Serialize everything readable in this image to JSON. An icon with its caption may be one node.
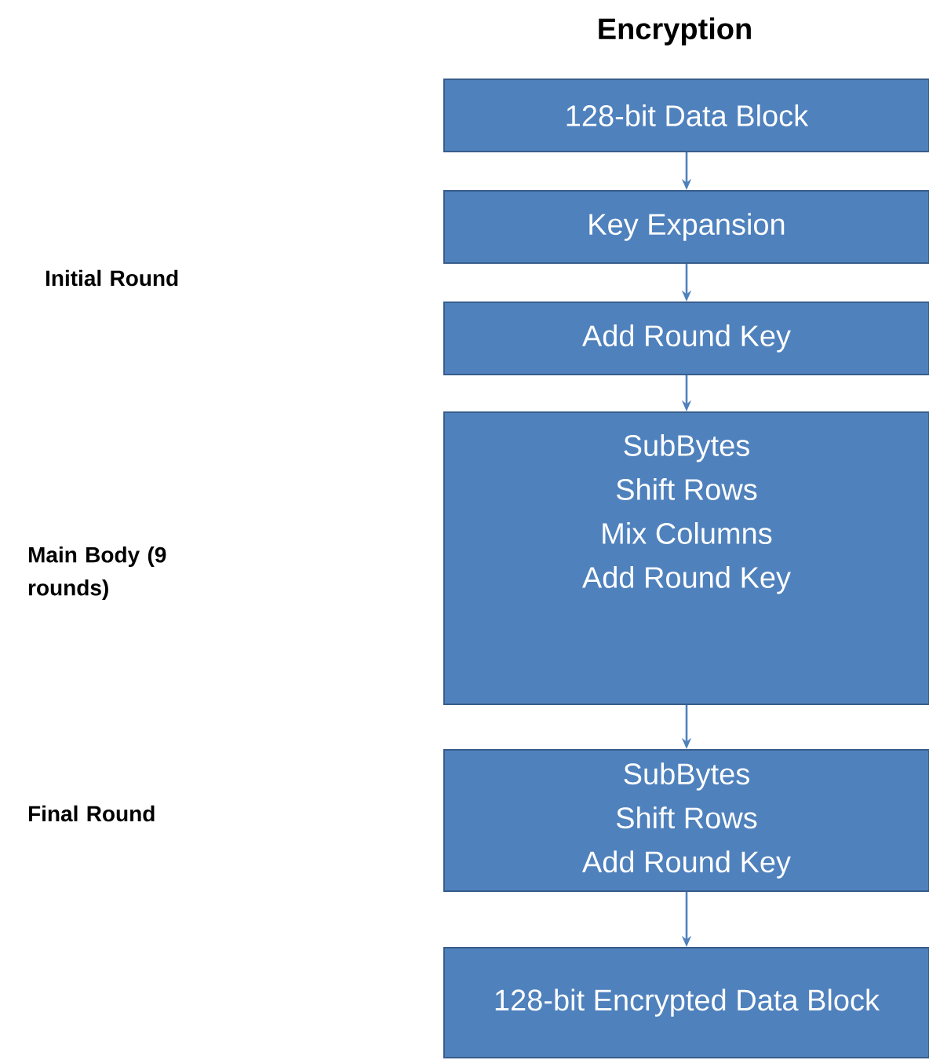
{
  "diagram": {
    "title": "Encryption",
    "nodes": [
      {
        "text": [
          "128-bit Data Block"
        ]
      },
      {
        "text": [
          "Key Expansion"
        ]
      },
      {
        "text": [
          "Add Round Key"
        ]
      },
      {
        "text": [
          "SubBytes",
          "Shift Rows",
          "Mix Columns",
          "Add Round Key"
        ]
      },
      {
        "text": [
          "SubBytes",
          "Shift Rows",
          "Add Round Key"
        ]
      },
      {
        "text": [
          "128-bit Encrypted Data Block"
        ]
      }
    ],
    "edges": [
      {
        "from": 0,
        "to": 1,
        "arrow": "to"
      },
      {
        "from": 1,
        "to": 2,
        "arrow": "to"
      },
      {
        "from": 2,
        "to": 3,
        "arrow": "to"
      },
      {
        "from": 3,
        "to": 4,
        "arrow": "to"
      },
      {
        "from": 4,
        "to": 5,
        "arrow": "to"
      }
    ],
    "labels": [
      "Initial Round",
      "Main Body (9 rounds)",
      "Final Round"
    ]
  }
}
